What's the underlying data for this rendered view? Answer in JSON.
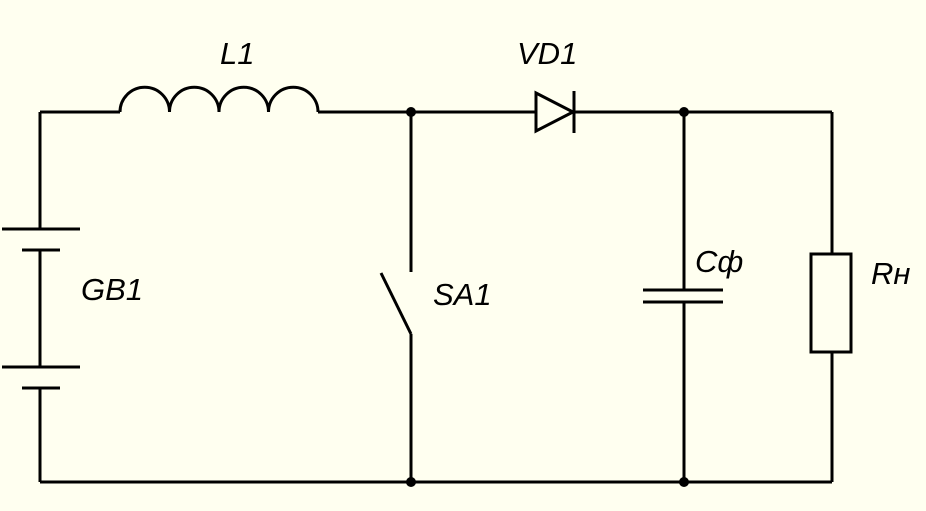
{
  "colors": {
    "background": "#fffff0",
    "ink": "#000000"
  },
  "labels": {
    "inductor": "L1",
    "diode": "VD1",
    "battery": "GB1",
    "switch": "SA1",
    "capacitor": "Cф",
    "resistor": "Rн"
  }
}
